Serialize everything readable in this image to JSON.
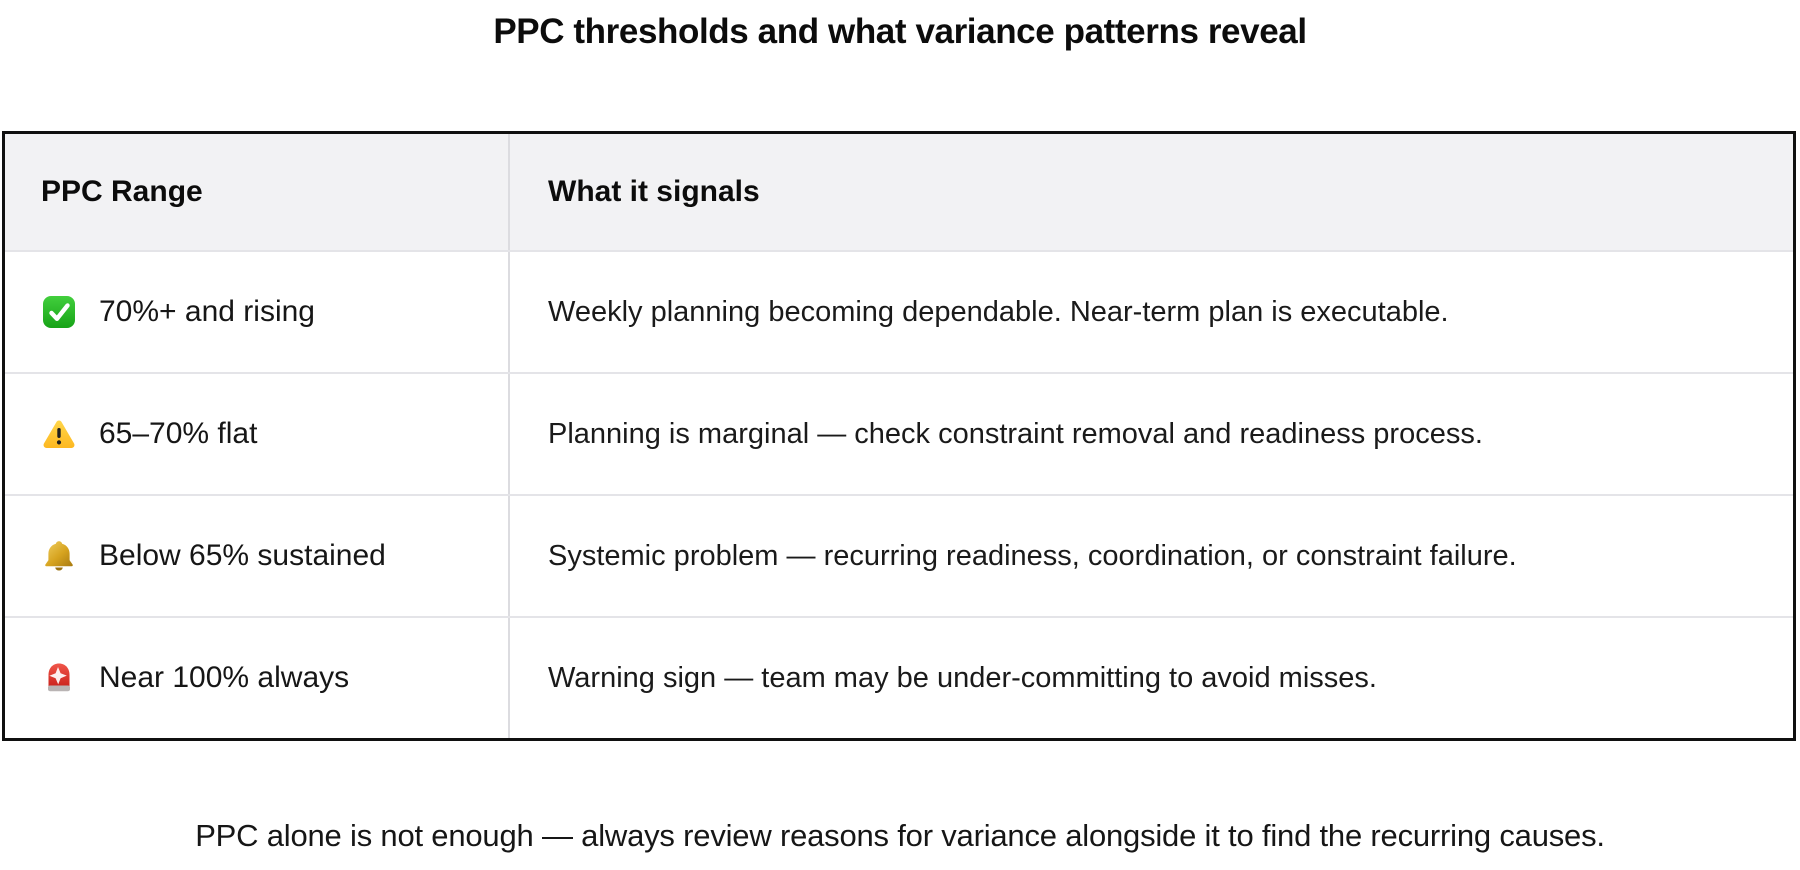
{
  "title": "PPC thresholds and what variance patterns reveal",
  "table": {
    "headers": [
      "PPC Range",
      "What it signals"
    ],
    "rows": [
      {
        "icon": "check-mark-icon",
        "range": "70%+ and rising",
        "signal": "Weekly planning becoming dependable. Near-term plan is executable."
      },
      {
        "icon": "warning-icon",
        "range": "65–70% flat",
        "signal": "Planning is marginal — check constraint removal and readiness process."
      },
      {
        "icon": "bell-icon",
        "range": "Below 65% sustained",
        "signal": "Systemic problem — recurring readiness, coordination, or constraint failure."
      },
      {
        "icon": "siren-icon",
        "range": "Near 100% always",
        "signal": "Warning sign — team may be under-committing to avoid misses."
      }
    ]
  },
  "footer": "PPC alone is not enough — always review reasons for variance alongside it to find the recurring causes.",
  "colors": {
    "header_bg": "#f2f2f4",
    "outer_border": "#101010",
    "row_divider": "#e4e4e8",
    "column_divider": "#dcdce0",
    "check_green": "#29b829",
    "warning_yellow": "#ffc62e",
    "bell_gold": "#d6a31f",
    "siren_red": "#e23428"
  }
}
